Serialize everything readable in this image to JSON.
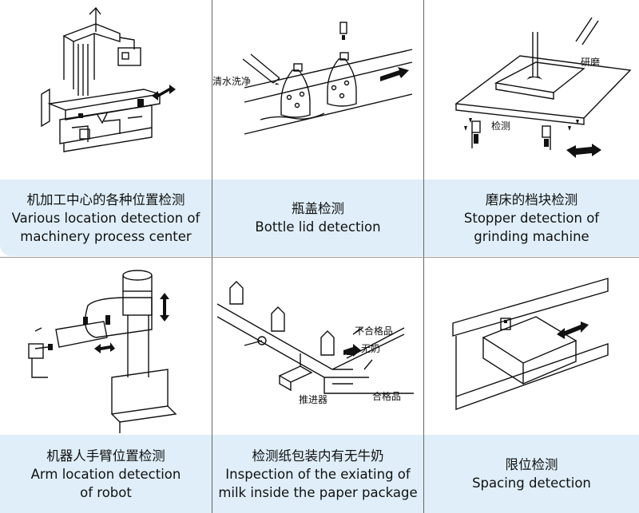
{
  "panels": [
    {
      "cn": "机加工中心的各种位置检测",
      "en1": "Various location detection of",
      "en2": "machinery process center",
      "labels": []
    },
    {
      "cn": "瓶盖检测",
      "en1": "Bottle lid detection",
      "en2": "",
      "labels": [
        "清水洗净"
      ]
    },
    {
      "cn": "磨床的档块检测",
      "en1": "Stopper detection of",
      "en2": "grinding machine",
      "labels": [
        "研磨",
        "检测"
      ]
    },
    {
      "cn": "机器人手臂位置检测",
      "en1": "Arm location detection",
      "en2": "of robot",
      "labels": []
    },
    {
      "cn": "检测纸包装内有无牛奶",
      "en1": "Inspection of the exiating of",
      "en2": "milk inside the paper package",
      "labels": [
        "不合格品",
        "无奶",
        "推进器",
        "合格品"
      ]
    },
    {
      "cn": "限位检测",
      "en1": "Spacing detection",
      "en2": "",
      "labels": []
    }
  ],
  "colors": {
    "caption_bg": "#dfeef8",
    "divider": "#666666",
    "ink": "#111111"
  }
}
